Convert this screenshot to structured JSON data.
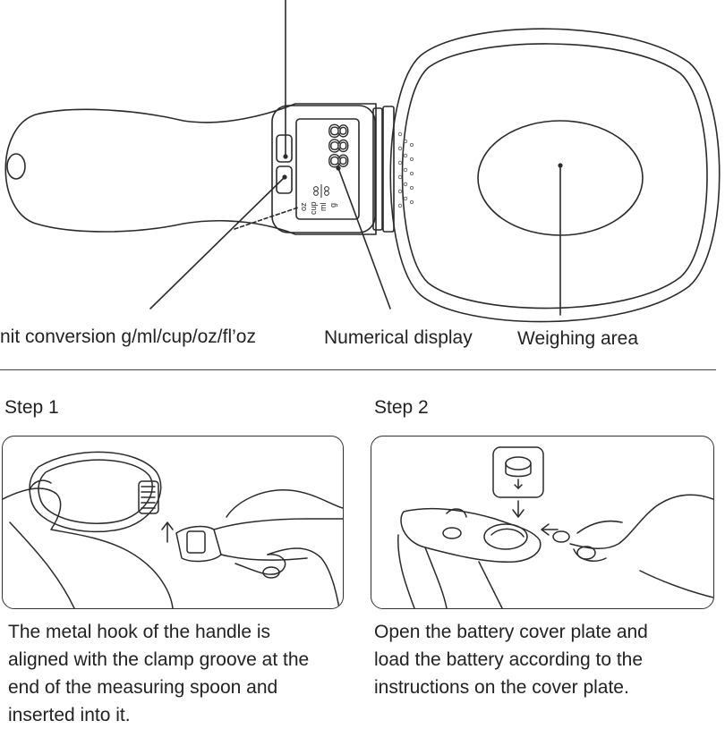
{
  "diagram": {
    "callouts": {
      "unit_conversion": "nit conversion g/ml/cup/oz/fl’oz",
      "numerical_display": "Numerical display",
      "weighing_area": "Weighing area"
    },
    "display": {
      "digits": "888",
      "unit_g": "g",
      "unit_ml": "ml",
      "unit_cup": "cup",
      "unit_oz": "oz"
    }
  },
  "steps": [
    {
      "title": "Step 1",
      "caption": "The metal hook of the handle is\naligned with the clamp groove at the\nend of the measuring spoon and\ninserted into it."
    },
    {
      "title": "Step 2",
      "caption": "Open the battery cover plate and\nload the battery according to the\ninstructions on the cover plate."
    }
  ]
}
